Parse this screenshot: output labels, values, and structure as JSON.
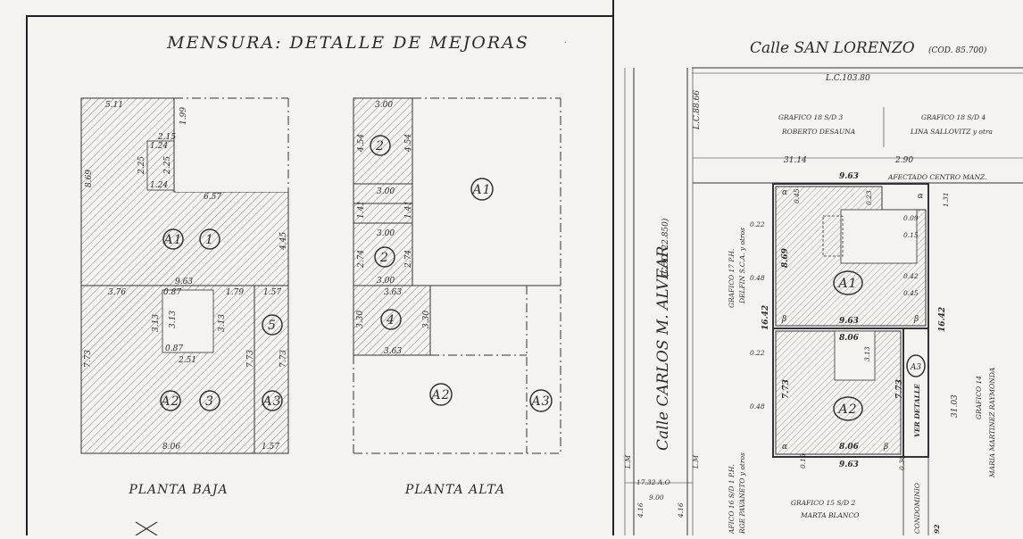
{
  "left_panel": {
    "title": "MENSURA: DETALLE DE MEJORAS",
    "planta_baja": {
      "caption": "PLANTA BAJA",
      "dims": [
        "5.11",
        "1.99",
        "2.15",
        "1.24",
        "2.25",
        "2.25",
        "1.24",
        "8.69",
        "6.57",
        "4.45",
        "9.63",
        "3.76",
        "0.87",
        "1.79",
        "1.57",
        "3.13",
        "3.13",
        "3.13",
        "0.87",
        "2.51",
        "7.73",
        "7.73",
        "7.73",
        "8.06",
        "1.57"
      ],
      "zones": [
        "A1",
        "1",
        "5",
        "A2",
        "3",
        "A3"
      ]
    },
    "planta_alta": {
      "caption": "PLANTA ALTA",
      "dims": [
        "3.00",
        "4.54",
        "4.54",
        "3.00",
        "1.41",
        "1.41",
        "3.00",
        "2.74",
        "2.74",
        "3.00",
        "3.63",
        "3.30",
        "3.30",
        "3.63"
      ],
      "zones": [
        "2",
        "A1",
        "2",
        "4",
        "A2",
        "A3"
      ]
    }
  },
  "right_panel": {
    "street_top": "Calle SAN LORENZO",
    "street_top_code": "(COD. 85.700)",
    "lc_top": "L.C.103.80",
    "street_left": "Calle CARLOS M. ALVEAR",
    "street_left_code": "(COD. 22.850)",
    "lc_left": "L.C.88.66",
    "grafico_18_3": [
      "GRAFICO 18 S/D 3",
      "ROBERTO DESAUNA"
    ],
    "grafico_18_4": [
      "GRAFICO 18 S/D 4",
      "LINA SALLOVITZ y otra"
    ],
    "grafico_17": [
      "GRAFICO 17  P.H.",
      "DELFIN S.C.A. y otros"
    ],
    "grafico_16": [
      "AFICO 16 S/D 1  P.H.",
      "RGE PAVANETO y otros"
    ],
    "grafico_15": [
      "GRAFICO 15 S/D 2",
      "MARTA BLANCO"
    ],
    "grafico_14": [
      "GRAFICO 14",
      "MARIA MARTINEZ RAYMONDA"
    ],
    "afectado": "AFECTADO CENTRO MANZ.",
    "condominio": "CONDOMINIO",
    "ver_detalle": "VER DETALLE",
    "dims": [
      "31.14",
      "2.90",
      "9.63",
      "0.45",
      "0.23",
      "1.31",
      "0.09",
      "0.15",
      "0.22",
      "0.48",
      "8.69",
      "0.42",
      "0.45",
      "16.42",
      "9.63",
      "16.42",
      "8.06",
      "0.22",
      "3.13",
      "7.73",
      "7.73",
      "31.03",
      "0.48",
      "8.06",
      "9.63",
      "0.15",
      "0.30",
      "17.32 A.O",
      "9.00",
      "4.16",
      "4.16",
      "L.M",
      "L.M",
      "92"
    ],
    "greek": [
      "α",
      "α",
      "β",
      "β",
      "α",
      "β"
    ],
    "zones": [
      "A1",
      "A2",
      "A3"
    ]
  }
}
